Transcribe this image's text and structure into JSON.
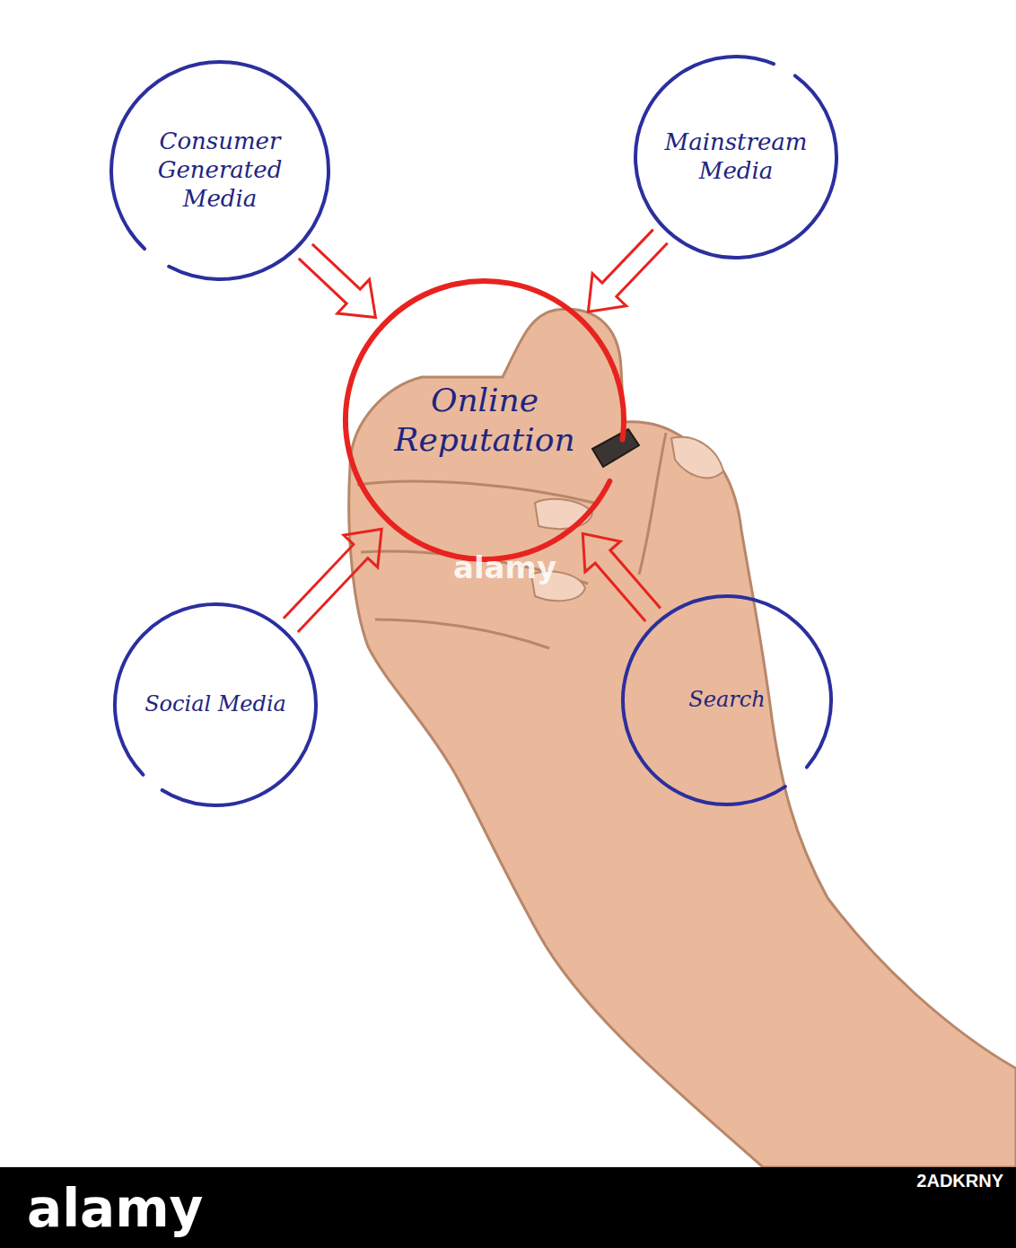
{
  "diagram": {
    "nodes": [
      {
        "text": [
          "Consumer Generated Media"
        ]
      },
      {
        "text": [
          "Mainstream Media"
        ]
      },
      {
        "text": [
          "Online Reputation"
        ]
      },
      {
        "text": [
          "Social Media"
        ]
      },
      {
        "text": [
          "Search"
        ]
      }
    ],
    "edges": [
      {
        "from": 0,
        "to": 2,
        "arrow": "to"
      },
      {
        "from": 1,
        "to": 2,
        "arrow": "to"
      },
      {
        "from": 3,
        "to": 2,
        "arrow": "to"
      },
      {
        "from": 4,
        "to": 2,
        "arrow": "to"
      }
    ],
    "labels": [
      "alamy",
      "alamy",
      "2ADKRNY"
    ]
  }
}
